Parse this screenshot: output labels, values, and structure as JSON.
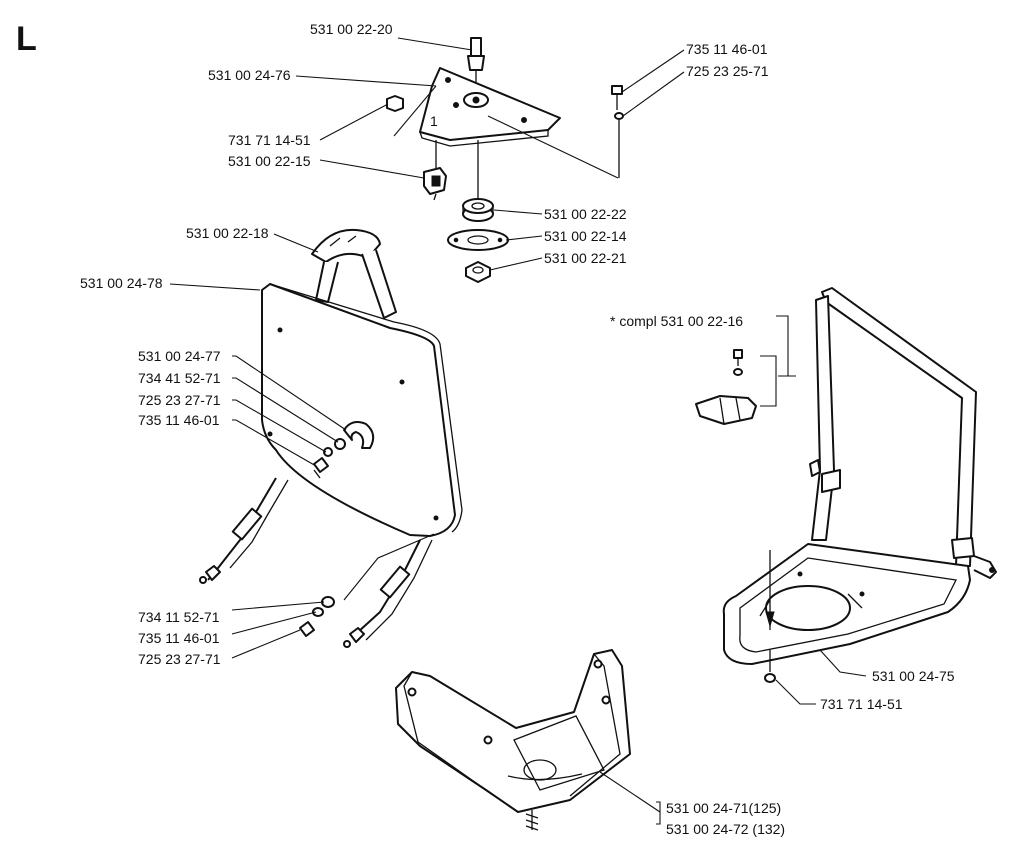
{
  "page": {
    "section_letter": "L"
  },
  "labels": {
    "p1": "531 00 22-20",
    "p2": "531 00 24-76",
    "p3": "731 71 14-51",
    "p4": "531 00 22-15",
    "p5": "735 11 46-01",
    "p6": "725 23 25-71",
    "p7": "531 00 22-22",
    "p8": "531 00 22-14",
    "p9": "531 00 22-21",
    "p10": "531 00 22-18",
    "p11": "531 00 24-78",
    "p12": "531 00 24-77",
    "p13": "734 41 52-71",
    "p14": "725 23 27-71",
    "p15": "735 11 46-01",
    "p16": "* compl 531 00 22-16",
    "p17": "734 11 52-71",
    "p18": "735 11 46-01",
    "p19": "725 23 27-71",
    "p20": "531 00 24-75",
    "p21": "731 71 14-51",
    "p22": "531 00 24-71(125)",
    "p23": "531 00 24-72 (132)",
    "plate_mark": "1"
  }
}
